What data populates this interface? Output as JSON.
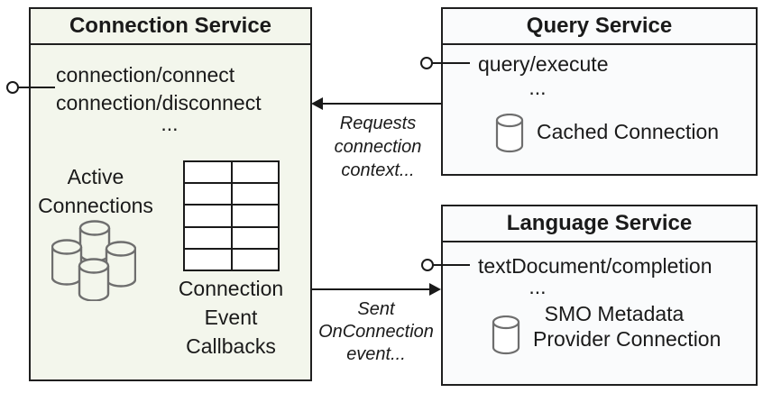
{
  "connection_service": {
    "title": "Connection Service",
    "methods": [
      "connection/connect",
      "connection/disconnect"
    ],
    "ellipsis": "...",
    "active_connections": [
      "Active",
      "Connections"
    ],
    "callbacks": [
      "Connection",
      "Event",
      "Callbacks"
    ]
  },
  "query_service": {
    "title": "Query Service",
    "methods": [
      "query/execute"
    ],
    "ellipsis": "...",
    "cached_connection": "Cached Connection"
  },
  "language_service": {
    "title": "Language Service",
    "methods": [
      "textDocument/completion"
    ],
    "ellipsis": "...",
    "smo_provider": [
      "SMO Metadata",
      "Provider Connection"
    ]
  },
  "arrows": {
    "requests_label": [
      "Requests",
      "connection",
      "context..."
    ],
    "sent_label": [
      "Sent",
      "OnConnection",
      "event..."
    ]
  },
  "colors": {
    "connection_box_fill": "#f3f6ec",
    "service_box_fill": "#fafbfc",
    "border": "#1f1f1f",
    "text": "#1a1a1a",
    "cylinder_stroke": "#6e6e6e",
    "arrow": "#1a1a1a"
  }
}
